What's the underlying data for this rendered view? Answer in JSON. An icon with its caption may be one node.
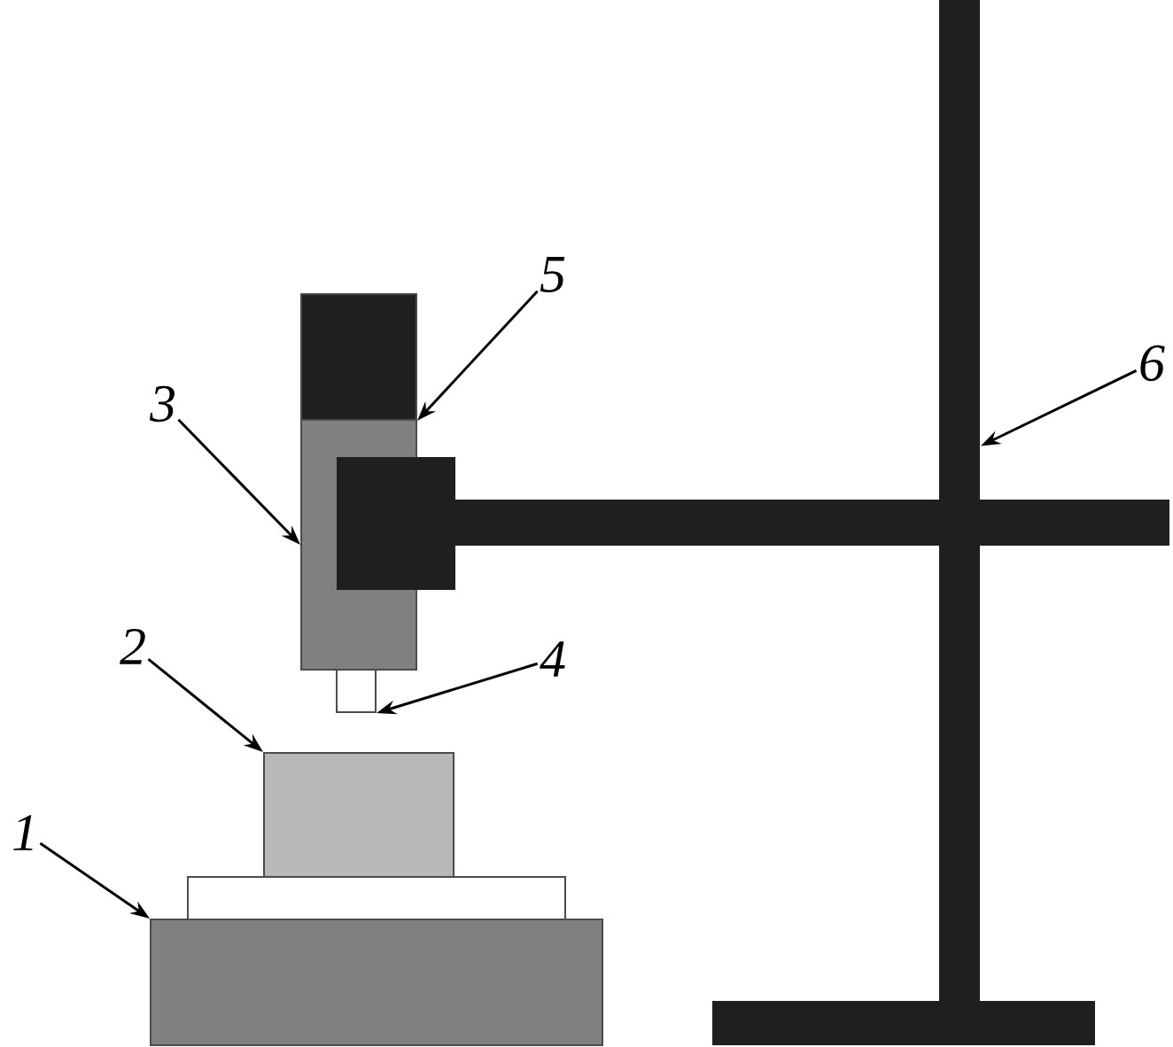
{
  "diagram": {
    "nodes": [
      {
        "text": [
          "5"
        ]
      },
      {
        "text": [
          "6"
        ]
      },
      {
        "text": [
          "3"
        ]
      },
      {
        "text": [
          "2"
        ]
      },
      {
        "text": [
          "4"
        ]
      },
      {
        "text": [
          "1"
        ]
      },
      {
        "text": [],
        "shape": "box"
      },
      {
        "text": [],
        "shape": "box"
      },
      {
        "text": [],
        "shape": "bar"
      },
      {
        "text": [],
        "shape": "box"
      },
      {
        "text": [],
        "shape": "box"
      },
      {
        "text": [],
        "shape": "box"
      },
      {
        "text": [],
        "shape": "box"
      },
      {
        "text": [],
        "shape": "bar"
      },
      {
        "text": [],
        "shape": "bar"
      },
      {
        "text": [],
        "shape": "bar"
      }
    ],
    "edges": [
      {
        "from": 0,
        "to": 6,
        "arrow": "to"
      },
      {
        "from": 1,
        "to": 8,
        "arrow": "to"
      },
      {
        "from": 2,
        "to": 7,
        "arrow": "to"
      },
      {
        "from": 3,
        "to": 10,
        "arrow": "to"
      },
      {
        "from": 4,
        "to": 9,
        "arrow": "to"
      },
      {
        "from": 5,
        "to": 11,
        "arrow": "to"
      }
    ]
  }
}
